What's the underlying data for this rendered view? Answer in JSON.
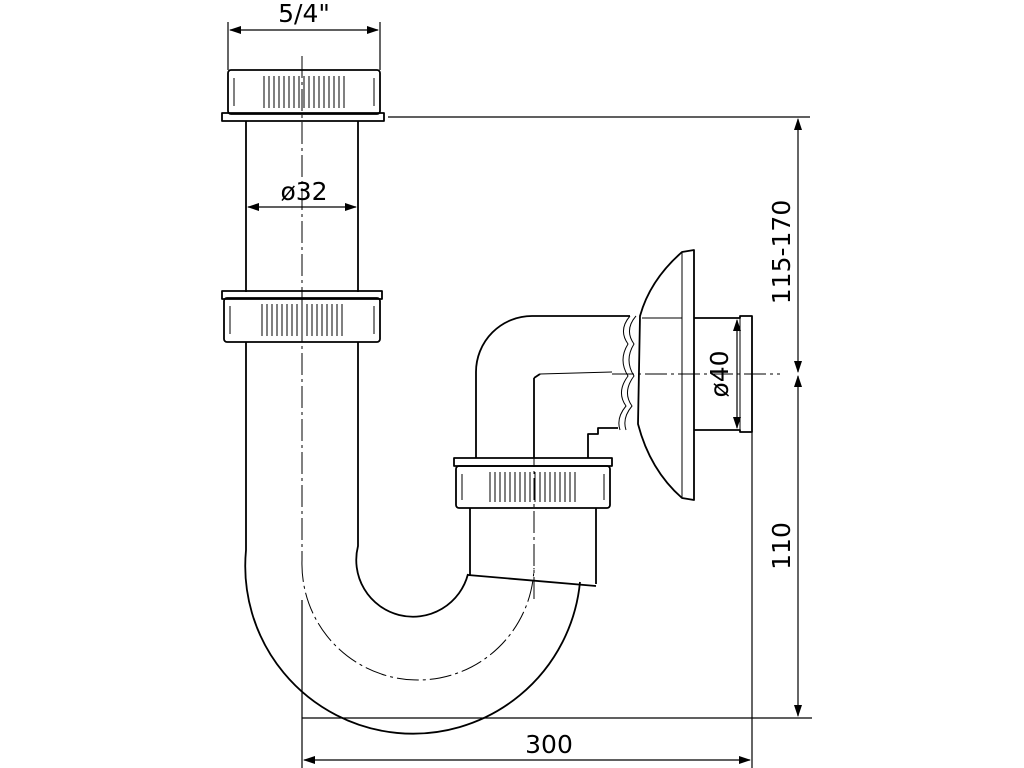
{
  "labels": {
    "top_thread": "5/4\"",
    "pipe_diameter": "ø32",
    "outlet_diameter": "ø40",
    "height_range": "115-170",
    "outlet_height": "110",
    "width": "300"
  }
}
